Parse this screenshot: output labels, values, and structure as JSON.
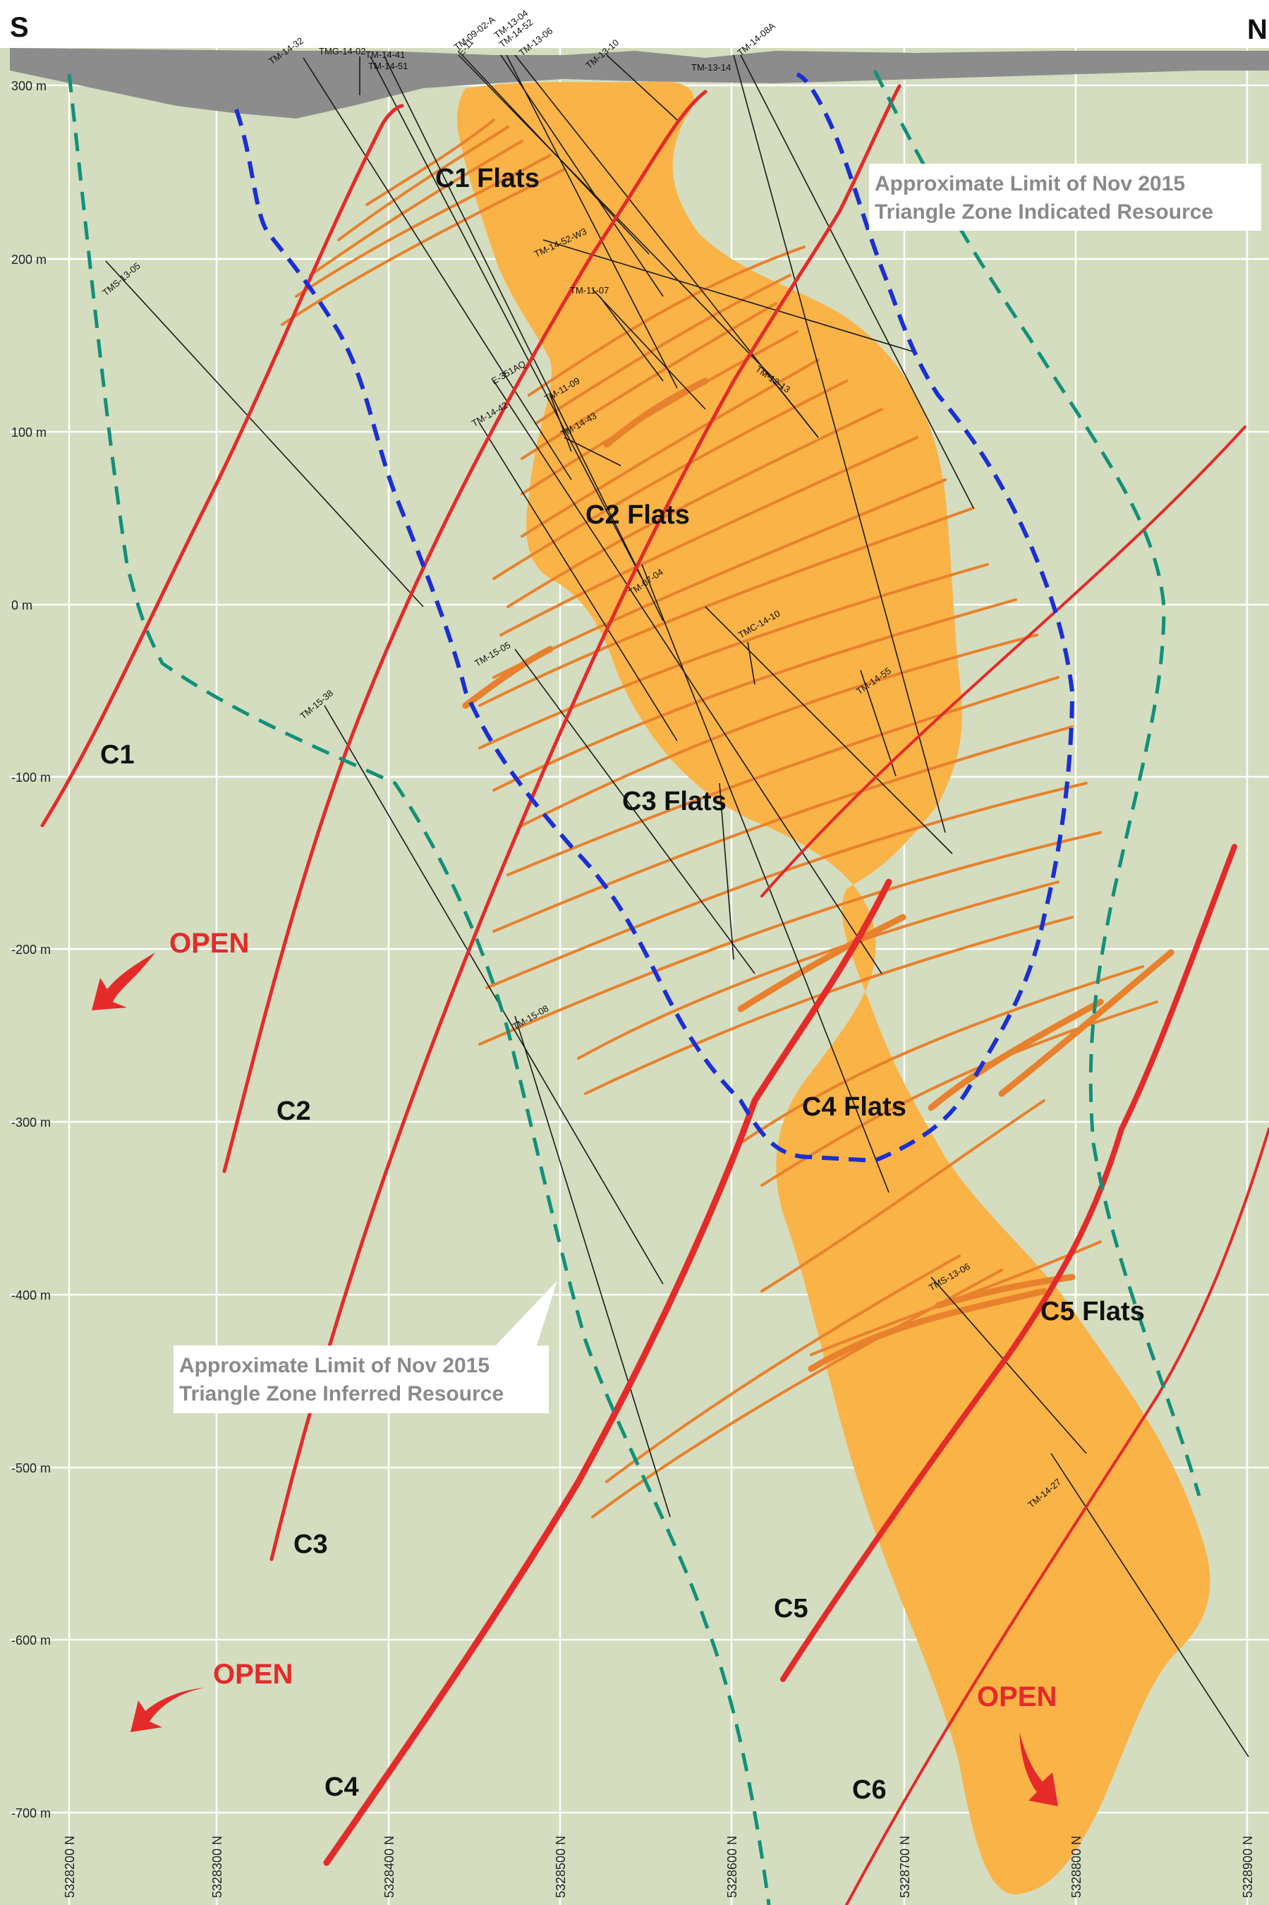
{
  "direction": {
    "south": "S",
    "north": "N"
  },
  "elevation_labels": [
    "300 m",
    "200 m",
    "100 m",
    "0 m",
    "-100 m",
    "-200 m",
    "-300 m",
    "-400 m",
    "-500 m",
    "-600 m",
    "-700 m"
  ],
  "northing_labels": [
    "5328200 N",
    "5328300 N",
    "5328400 N",
    "5328500 N",
    "5328600 N",
    "5328700 N",
    "5328800 N",
    "5328900 N"
  ],
  "flats_labels": [
    "C1 Flats",
    "C2 Flats",
    "C3 Flats",
    "C4 Flats",
    "C5 Flats"
  ],
  "zone_labels": [
    "C1",
    "C2",
    "C3",
    "C4",
    "C5",
    "C6"
  ],
  "open_label": "OPEN",
  "indicated_callout": [
    "Approximate Limit of Nov 2015",
    "Triangle Zone Indicated Resource"
  ],
  "inferred_callout": [
    "Approximate Limit of Nov 2015",
    "Triangle Zone Inferred Resource"
  ],
  "drillholes": [
    "TM-14-32",
    "TMG-14-02",
    "TM-14-41",
    "TM-14-51",
    "TM-09-02-A",
    "E-11",
    "TM-13-04",
    "TM-14-52",
    "TM-13-06",
    "TM-13-10",
    "TM-13-14",
    "TM-14-08A",
    "TMS-13-05",
    "TM-14-52-W3",
    "TM-11-07",
    "E-351AQ",
    "TM-11-09",
    "TM-14-42",
    "TM-14-43",
    "TM-12-13",
    "TM-07-04",
    "TMC-14-10",
    "TM-15-05",
    "TM-14-55",
    "TM-15-38",
    "TM-15-08",
    "TMS-13-06",
    "TM-14-27"
  ],
  "colors": {
    "background": "#d4ddbf",
    "surface": "#8c8c8c",
    "ore_zone": "#f9b347",
    "flats": "#e8812d",
    "fault": "#e52a2a",
    "indicated_limit": "#1a2fd6",
    "inferred_limit": "#12907a",
    "open_arrow": "#e52a2a",
    "callout_text": "#8a8a8a"
  }
}
